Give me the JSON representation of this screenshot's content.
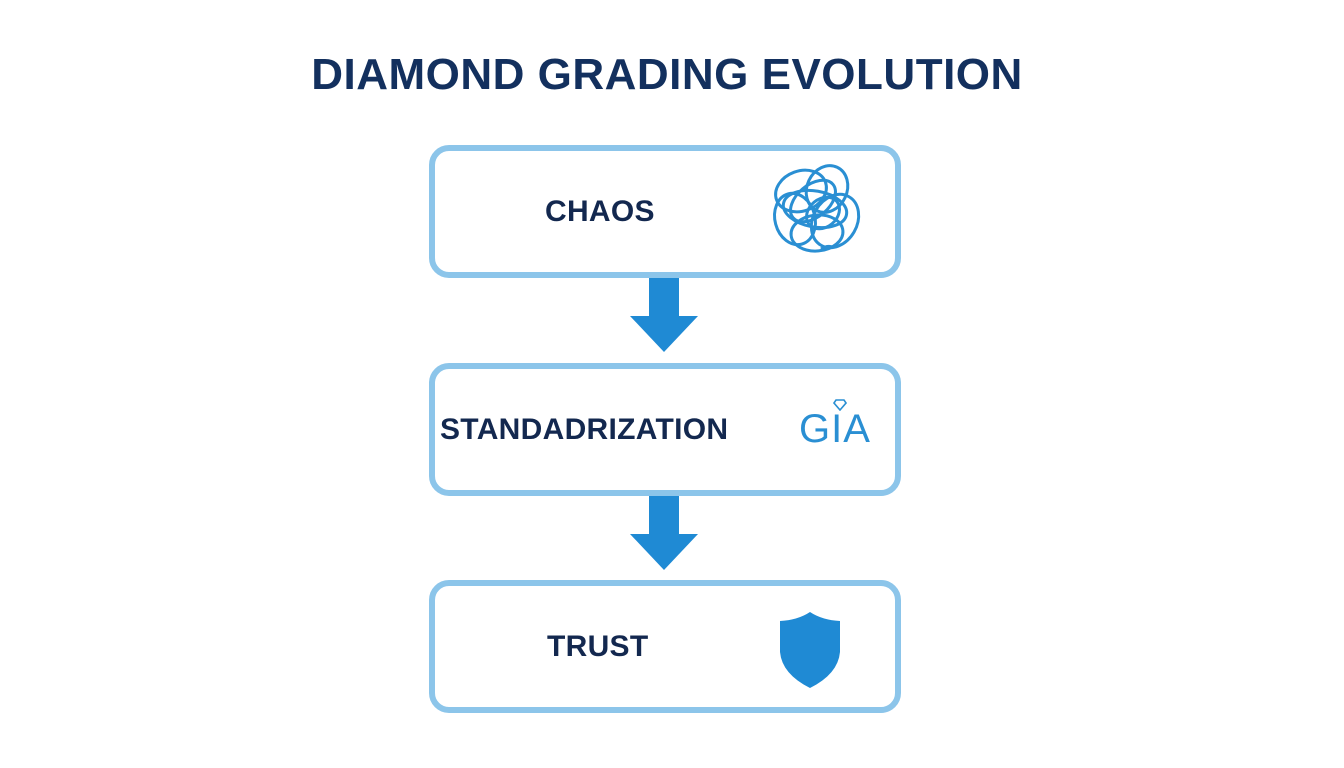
{
  "title": "DIAMOND GRADING EVOLUTION",
  "colors": {
    "title": "#13305e",
    "label": "#13284f",
    "box_border": "#8cc5ea",
    "accent": "#1f8ad4"
  },
  "steps": [
    {
      "label": "CHAOS",
      "icon": "tangled-scribble-icon"
    },
    {
      "label": "STANDADRIZATION",
      "icon": "gia-logo",
      "logo_text": "GIA"
    },
    {
      "label": "TRUST",
      "icon": "shield-icon"
    }
  ],
  "connectors": [
    {
      "from": "CHAOS",
      "to": "STANDADRIZATION",
      "icon": "arrow-down-icon"
    },
    {
      "from": "STANDADRIZATION",
      "to": "TRUST",
      "icon": "arrow-down-icon"
    }
  ]
}
